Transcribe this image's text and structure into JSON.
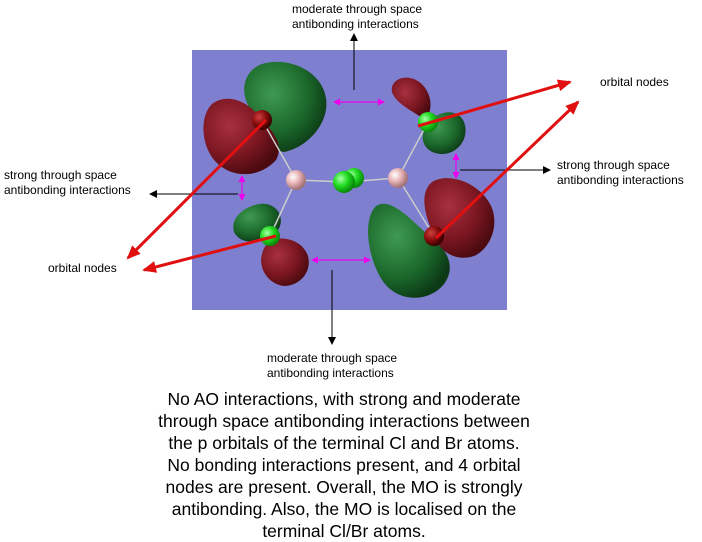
{
  "labels": {
    "top": [
      "moderate through space",
      "antibonding interactions"
    ],
    "left": [
      "strong through space",
      "antibonding interactions"
    ],
    "right": [
      "strong through space",
      "antibonding interactions"
    ],
    "bottom": [
      "moderate through space",
      "antibonding interactions"
    ],
    "nodes_right": "orbital nodes",
    "nodes_left": "orbital nodes"
  },
  "caption": [
    "No AO interactions, with strong and moderate",
    "through space antibonding interactions between",
    "the p orbitals of the terminal Cl and Br atoms.",
    "No bonding interactions present, and 4 orbital",
    "nodes are present. Overall, the MO is strongly",
    "antibonding. Also, the MO is localised on the",
    "terminal Cl/Br atoms."
  ],
  "colors": {
    "panel_background": "#7f7fd0",
    "lobe_red": "#7a1620",
    "lobe_green": "#1c6a2c",
    "atom_green": "#22dd22",
    "atom_pink": "#e8b4b8",
    "atom_darkred": "#8a0e0e",
    "node_arrow": "#e01010",
    "interaction_arrow": "#ee00ee",
    "callout_arrow": "#000000"
  }
}
